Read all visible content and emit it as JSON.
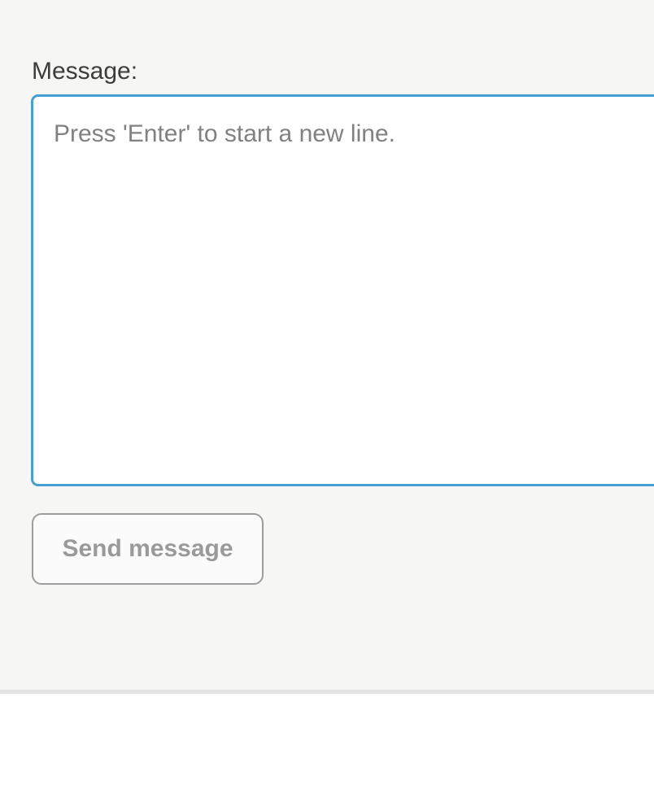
{
  "page": {
    "background_color": "#f6f6f5",
    "accent_blue": "#469fd3",
    "divider_color": "#e4e4e4"
  },
  "form": {
    "label": "Message:",
    "textarea": {
      "value": "",
      "placeholder": "Press 'Enter' to start a new line."
    },
    "send_button_label": "Send message"
  }
}
